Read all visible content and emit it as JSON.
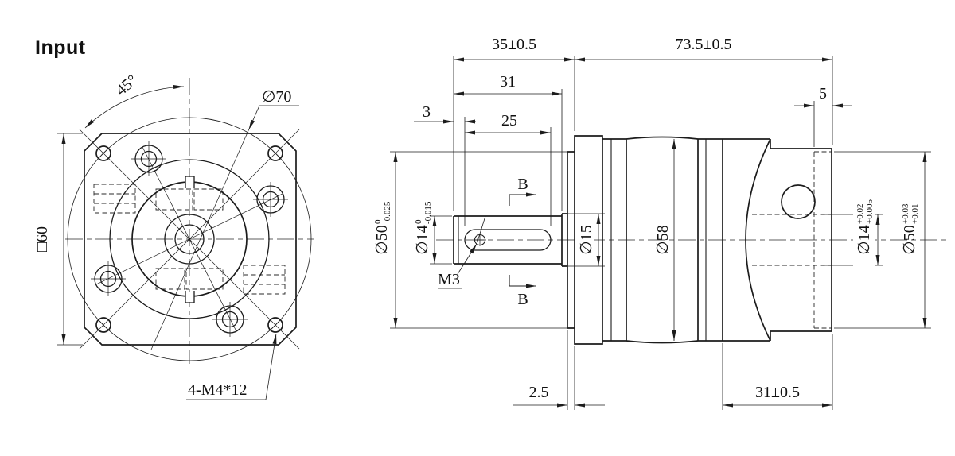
{
  "drawing_title": "Input",
  "colors": {
    "line": "#1c1c1c",
    "background": "#ffffff"
  },
  "front_view": {
    "angle_dim": "45°",
    "bolt_circle_dim": "∅70",
    "square_dim": "□60",
    "thread_callout": "4-M4*12"
  },
  "side_view": {
    "dim_35": "35±0.5",
    "dim_73_5": "73.5±0.5",
    "dim_31_top": "31",
    "dim_25": "25",
    "dim_3": "3",
    "dim_5": "5",
    "dim_2_5": "2.5",
    "dim_31_bottom": "31±0.5",
    "dim_15": "∅15",
    "dim_58": "∅58",
    "thread_m3": "M3",
    "section_label": "B",
    "shaft_dia_front": {
      "main": "∅50",
      "upper": "0",
      "lower": "-0.025"
    },
    "shaft_dia_input": {
      "main": "∅14",
      "upper": "0",
      "lower": "-0.015"
    },
    "bore_dia_rear": {
      "main": "∅14",
      "upper": "+0.02",
      "lower": "+0.005"
    },
    "recess_dia_rear": {
      "main": "∅50",
      "upper": "+0.03",
      "lower": "+0.01"
    }
  }
}
